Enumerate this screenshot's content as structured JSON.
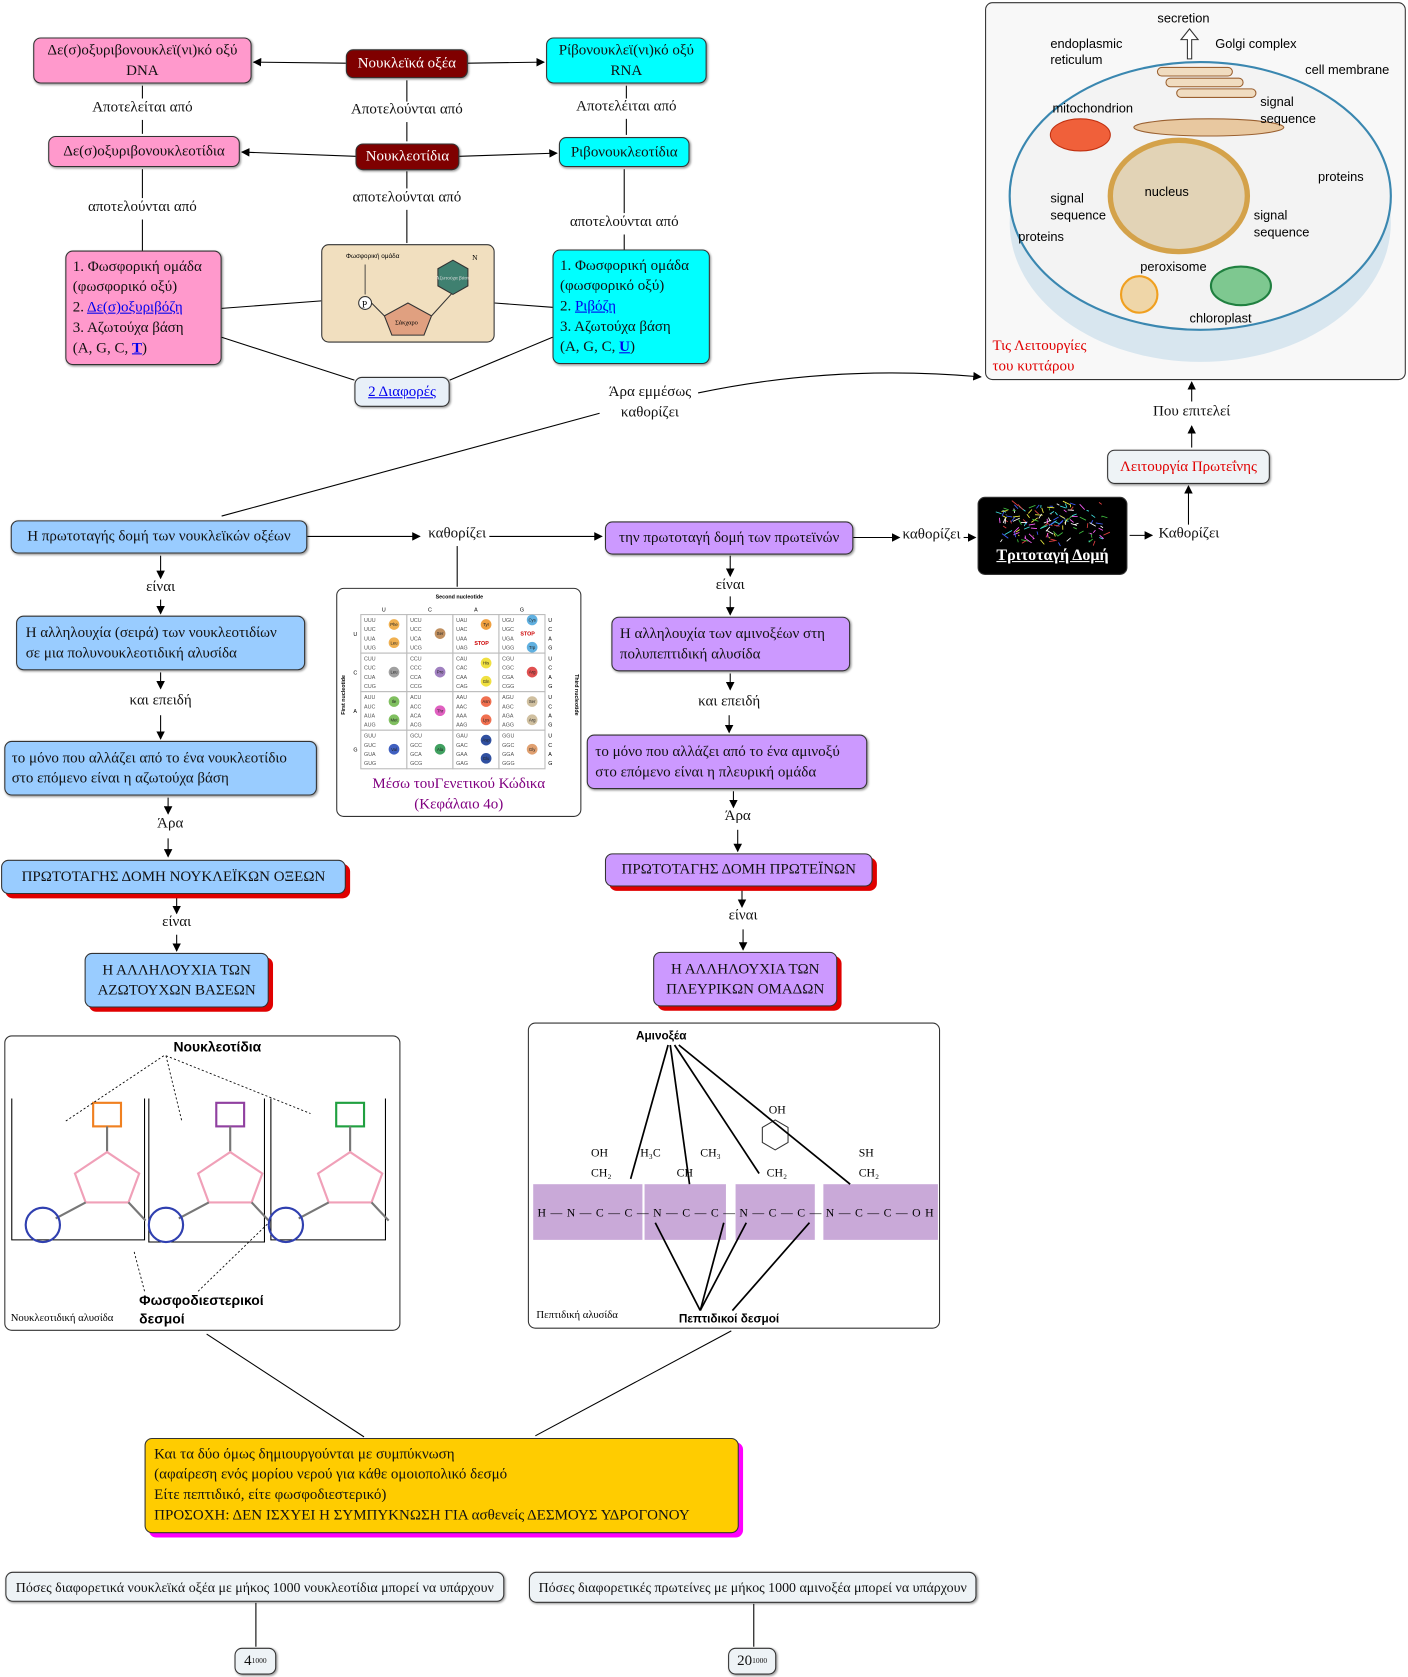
{
  "top": {
    "dna_box": [
      "Δε(σ)οξυριβονουκλεϊ(νι)κό οξύ",
      "DNA"
    ],
    "nucleic_acids": "Νουκλεϊκά οξέα",
    "rna_box": [
      "Ρίβονουκλεϊ(νι)κό οξύ",
      "RNA"
    ],
    "dna_consists": "Αποτελείται από",
    "nucleic_consists": "Αποτελούνται από",
    "rna_consists": "Αποτελέιται από",
    "deoxy_nucleotides": "Δε(σ)οξυριβονουκλεοτίδια",
    "nucleotides": "Νουκλεοτίδια",
    "ribo_nucleotides": "Ριβονουκλεοτίδια",
    "consist_left": "αποτελούνται από",
    "consist_center": "αποτελούνται από",
    "consist_right": "αποτελούνται από",
    "dna_components": {
      "l1": "1. Φωσφορική ομάδα",
      "l2": "(φωσφορικό οξύ)",
      "l3_num": "2. ",
      "l3_link": "Δε(σ)οξυριβόζη",
      "l4": "3. Αζωτούχα βάση",
      "l5_pre": "(A, G, C, ",
      "l5_link": "T",
      "l5_post": ")"
    },
    "rna_components": {
      "l1": "1. Φωσφορική ομάδα",
      "l2": "(φωσφορικό οξύ)",
      "l3_num": "2. ",
      "l3_link": "Ριβόζη",
      "l4": "3. Αζωτούχα βάση",
      "l5_pre": "(A, G, C, ",
      "l5_link": "U",
      "l5_post": ")"
    },
    "nucleotide_image": {
      "phosphate_label": "Φωσφορική ομάδα",
      "p": "P",
      "sugar": "Σάκχαρο",
      "base": "Αζωτούχα βάση",
      "n": "N"
    },
    "differences_link": "2 Διαφορές",
    "indirectly_determines": [
      "Άρα εμμέσως",
      "καθορίζει"
    ]
  },
  "cell": {
    "labels": {
      "secretion": "secretion",
      "er": [
        "endoplasmic",
        "reticulum"
      ],
      "golgi": "Golgi complex",
      "membrane": "cell membrane",
      "mitochondrion": "mitochondrion",
      "signal1": [
        "signal",
        "sequence"
      ],
      "proteins_r": "proteins",
      "nucleus": "nucleus",
      "signal2": [
        "signal",
        "sequence"
      ],
      "signal3": [
        "signal",
        "sequence"
      ],
      "proteins_l": "proteins",
      "peroxisome": "peroxisome",
      "chloroplast": "chloroplast"
    },
    "caption": [
      "Τις Λειτουργίες",
      "του κυττάρου"
    ],
    "caption_color": "#e00000"
  },
  "right_chain": {
    "performs": "Που επιτελεί",
    "protein_function": "Λειτουργία Πρωτεΐνης",
    "tertiary": "Τριτοταγή Δομή",
    "determines": "Καθορίζει"
  },
  "middle": {
    "nucleic_primary": "Η πρωτοταγής δομή των νουκλεϊκών οξέων",
    "determines": "καθορίζει",
    "protein_primary": "την πρωτοταγή δομή των πρωτεϊνών",
    "determines2": "καθορίζει",
    "codon_table": {
      "title": "Second nucleotide",
      "first_label": "First nucleotide",
      "third_label": "Third nucleotide",
      "bases": [
        "U",
        "C",
        "A",
        "G"
      ],
      "amino_acids": [
        [
          "Phe",
          "Leu"
        ],
        [
          "Ser"
        ],
        [
          "Tyr",
          "STOP"
        ],
        [
          "Cys",
          "STOP",
          "Trp"
        ],
        [
          "Leu"
        ],
        [
          "Pro"
        ],
        [
          "His",
          "Gln"
        ],
        [
          "Arg"
        ],
        [
          "Ile",
          "Met"
        ],
        [
          "Thr"
        ],
        [
          "Asn",
          "Lys"
        ],
        [
          "Ser",
          "Arg"
        ],
        [
          "Val"
        ],
        [
          "Ala"
        ],
        [
          "Asp",
          "Glu"
        ],
        [
          "Gly"
        ]
      ],
      "overlay": [
        "Μέσω τουΓενετικού Κώδικα",
        "(Κεφάλαιο 4ο)"
      ],
      "overlay_color": "#800080"
    }
  },
  "left_col": {
    "is1": "είναι",
    "sequence": [
      "Η αλληλουχία (σειρά) των νουκλεοτιδίων",
      "σε μια πολυνουκλεοτιδική αλυσίδα"
    ],
    "because": "και επειδή",
    "only_change": [
      "το μόνο που αλλάζει από το ένα νουκλεοτίδιο",
      "στο επόμενο είναι η αζωτούχα βάση"
    ],
    "so": "Άρα",
    "primary_caps": "ΠΡΩΤΟΤΑΓΗΣ ΔΟΜΗ ΝΟΥΚΛΕΪΚΩΝ ΟΞΕΩΝ",
    "is2": "είναι",
    "bases_seq": [
      "Η ΑΛΛΗΛΟΥΧΙΑ ΤΩΝ",
      "ΑΖΩΤΟΥΧΩΝ ΒΑΣΕΩΝ"
    ]
  },
  "right_col": {
    "is1": "είναι",
    "sequence": [
      "Η αλληλουχία των αμινοξέων στη",
      "πολυπεπτιδική αλυσίδα"
    ],
    "because": "και επειδή",
    "only_change": [
      "το μόνο που αλλάζει από το ένα αμινοξύ",
      "στο επόμενο είναι η πλευρική ομάδα"
    ],
    "so": "Άρα",
    "primary_caps": "ΠΡΩΤΟΤΑΓΗΣ ΔΟΜΗ ΠΡΩΤΕΪΝΩΝ",
    "is2": "είναι",
    "side_seq": [
      "Η ΑΛΛΗΛΟΥΧΙΑ ΤΩΝ",
      "ΠΛΕΥΡΙΚΩΝ ΟΜΑΔΩΝ"
    ]
  },
  "nuc_chain_image": {
    "title": "Νουκλεοτίδια",
    "bonds": [
      "Φωσφοδιεστερικοί",
      "δεσμοί"
    ],
    "caption": "Νουκλεοτιδική αλυσίδα",
    "base_colors": [
      "#f08020",
      "#9040a0",
      "#20a040"
    ]
  },
  "peptide_image": {
    "title": "Αμινοξέα",
    "bonds": "Πεπτιδικοί δεσμοί",
    "caption": "Πεπτιδική αλυσίδα",
    "groups": [
      "OH",
      "CH₂",
      "H₃C",
      "CH₃",
      "CH",
      "OH",
      "CH₂",
      "SH",
      "CH₂"
    ],
    "backbone": "H—N—C—C—N—C—C—N—C—C—N—C—C—OH"
  },
  "condensation": {
    "lines": [
      "Και τα δύο όμως δημιουργούνται με συμπύκνωση",
      "(αφαίρεση ενός μορίου νερού για κάθε ομοιοπολικό δεσμό",
      "Είτε πεπτιδικό, είτε φωσφοδιεστερικό)",
      "ΠΡΟΣΟΧΗ: ΔΕΝ ΙΣΧΥΕΙ Η ΣΥΜΠΥΚΝΩΣΗ ΓΙΑ ασθενείς ΔΕΣΜΟΥΣ ΥΔΡΟΓΟΝΟΥ"
    ]
  },
  "questions": {
    "nucleic_q": "Πόσες διαφορετικά νουκλεϊκά οξέα με μήκος 1000 νουκλεοτίδια μπορεί να υπάρχουν",
    "protein_q": "Πόσες διαφορετικές πρωτείνες με μήκος 1000 αμινοξέα μπορεί να υπάρχουν",
    "nucleic_a_base": "4",
    "nucleic_a_exp": "1000",
    "protein_a_base": "20",
    "protein_a_exp": "1000"
  }
}
